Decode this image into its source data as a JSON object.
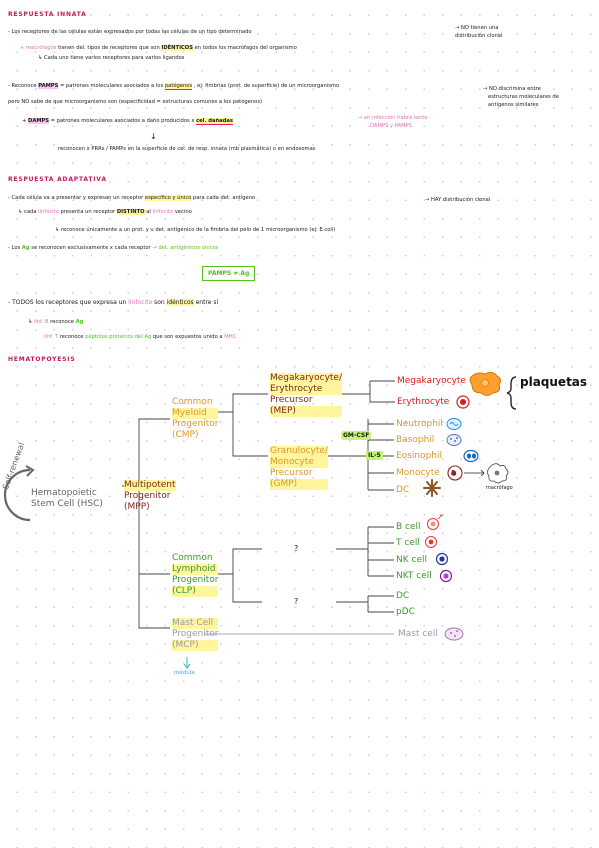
{
  "innata": {
    "title": "RESPUESTA INNATA",
    "l1": "- Los receptores de las células están expresados por todas las células de un tipo determinado",
    "l1_note_a": "→ NO tienen una",
    "l1_note_b": "distribución clonal",
    "l2_pre": "↳ macrófagos",
    "l2_mid": "tienen del. tipos de receptores que son",
    "l2_key": "IDÉNTICOS",
    "l2_post": "en todos los macrófagos del organismo",
    "l3": "↳ Cada uno tiene varios receptores para varios ligandos",
    "l4_pre": "- Reconoce",
    "l4_pamps": "PAMPS",
    "l4_mid": "= patrones moleculares asociados a los",
    "l4_pat": "patógenos",
    "l4_post": ", ej: fimbrias (prot. de superficie) de un microorganismo",
    "l4_note_a": "→ NO discrimina entre",
    "l4_note_b": "estructuras moleculares de",
    "l4_note_c": "antígenos similares",
    "l5": "pero NO sabe de que microorganismo son  (especificidad = estructuras comunes a los patógenos)",
    "l6_pre": "+",
    "l6_damps": "DAMPS",
    "l6_mid": "= patrones moleculares asociados a daño  producidos x",
    "l6_cel": "cel. dañadas",
    "l6_note_a": "→ en infección habrá tanto",
    "l6_note_b": "DAMPS y PAMPS",
    "l7_arrow": "↓",
    "l7": "reconocen x PRRs / PAMPs en la superficie de cel. de resp. innata (mb plasmática) o en endosomas"
  },
  "adaptativa": {
    "title": "RESPUESTA ADAPTATIVA",
    "l1_pre": "- Cada célula va a presentar y expresan un receptor",
    "l1_key": "específico y único",
    "l1_post": "para cada det. antígeno",
    "l1_note": "→ HAY distribución clonal",
    "l2_pre": "↳ cada",
    "l2_linf": "linfocito",
    "l2_mid": "presenta un receptor",
    "l2_key": "DISTINTO",
    "l2_mid2": "al",
    "l2_linf2": "linfocito",
    "l2_post": "vecino",
    "l3": "↳ reconoce únicamente a un prot. y u det. antigénico de la fimbria del pelo de 1 microorganismo (ej: E.coli)",
    "l4_pre": "- Los",
    "l4_ag": "Ag",
    "l4_mid": "se reconocen exclusivamente x cada receptor",
    "l4_post": "→ det. antigénicos únicos",
    "box": "PAMPS ≠ Ag",
    "l5_pre": "- TODOS los receptores que expresa un",
    "l5_linf": "linfocito",
    "l5_mid": "son",
    "l5_key": "idénticos",
    "l5_post": "entre sí",
    "l6_pre": "↳",
    "l6_linf": "linf. B",
    "l6_post": "reconoce",
    "l6_ag": "Ag",
    "l7_linf": "linf. T",
    "l7_mid": "reconoce",
    "l7_pep": "péptidos proteicos del Ag",
    "l7_post": "que son expuestos unido a",
    "l7_mhc": "MHC"
  },
  "hemato": {
    "title": "HEMATOPOYESIS",
    "self_renewal": "Self-renewal",
    "hsc": [
      "Hematopoietic",
      "Stem Cell (HSC)"
    ],
    "mpp": [
      "Multipotent",
      "Progenitor",
      "(MPP)"
    ],
    "cmp": [
      "Common",
      "Myeloid",
      "Progenitor",
      "(CMP)"
    ],
    "clp": [
      "Common",
      "Lymphoid",
      "Progenitor",
      "(CLP)"
    ],
    "mcp": [
      "Mast Cell",
      "Progenitor",
      "(MCP)"
    ],
    "mep": [
      "Megakaryocyte/",
      "Erythrocyte",
      "Precursor",
      "(MEP)"
    ],
    "gmp": [
      "Granulocyte/",
      "Monocyte",
      "Precursor",
      "(GMP)"
    ],
    "gmcsf": "GM-CSF",
    "il5": "IL-5",
    "question1": "?",
    "question2": "?",
    "medula": "médula",
    "plaquetas": "plaquetas",
    "macrofago": "macrófago",
    "cells": {
      "megakaryocyte": "Megakaryocyte",
      "erythrocyte": "Erythrocyte",
      "neutrophil": "Neutrophil",
      "basophil": "Basophil",
      "eosinophil": "Eosinophil",
      "monocyte": "Monocyte",
      "dc_myeloid": "DC",
      "bcell": "B cell",
      "tcell": "T cell",
      "nkcell": "NK cell",
      "nktcell": "NKT cell",
      "dc_lymphoid": "DC",
      "pdc": "pDC",
      "mastcell": "Mast cell"
    },
    "colors": {
      "myeloid": "#d99a2b",
      "lymphoid": "#3c9a2c",
      "mast": "#9a9aa6",
      "progenitor": "#7a2a1a",
      "red": "#d81b1b",
      "blue": "#1e88e5",
      "purple": "#7b1fa2"
    }
  }
}
